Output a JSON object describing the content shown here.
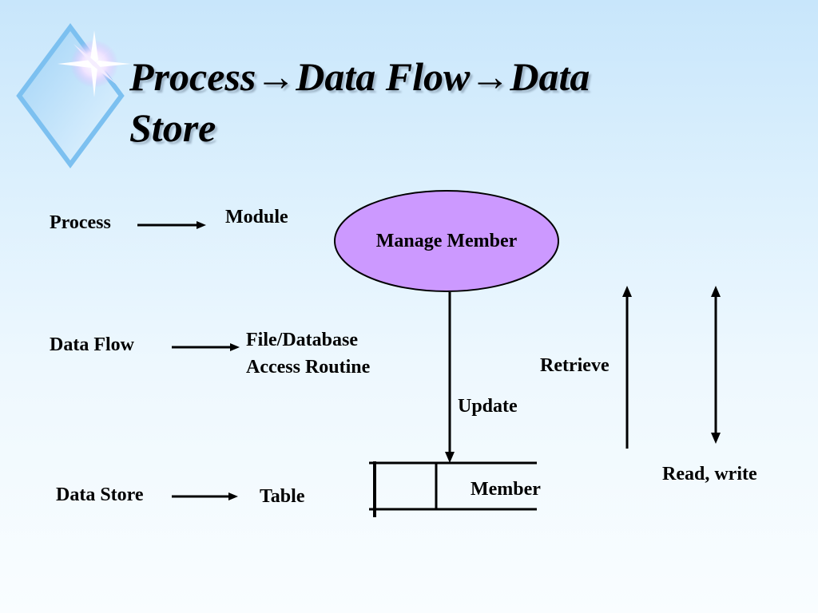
{
  "slide": {
    "title_line1": "Process→Data Flow→Data",
    "title_line2": "Store"
  },
  "mapping": {
    "process_label": "Process",
    "process_target": "Module",
    "dataflow_label": "Data Flow",
    "dataflow_target_line1": "File/Database",
    "dataflow_target_line2": "Access Routine",
    "datastore_label": "Data Store",
    "datastore_target": "Table"
  },
  "diagram": {
    "process_name": "Manage Member",
    "update_label": "Update",
    "store_name": "Member",
    "retrieve_label": "Retrieve",
    "readwrite_label": "Read, write",
    "process_fill": "#cc99ff"
  }
}
